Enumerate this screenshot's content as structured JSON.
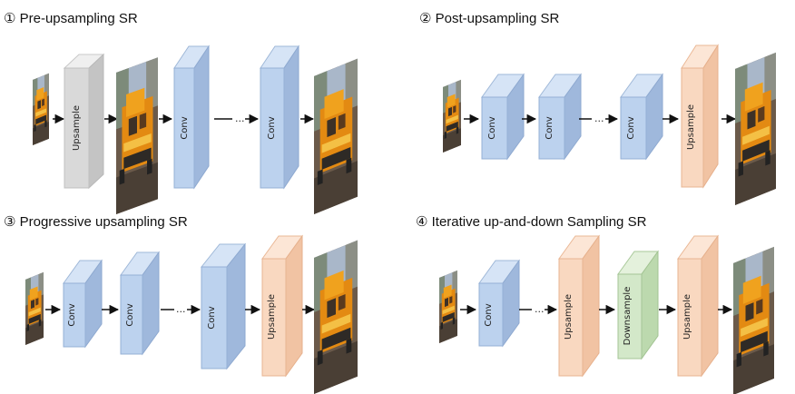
{
  "colors": {
    "upsample_gray": "#d9d9d9",
    "conv_blue": "#bcd2ee",
    "upsample_peach": "#f9d8c0",
    "downsample_green": "#d3e8c9",
    "arrow": "#111111"
  },
  "icons": [
    "train-image",
    "arrow-icon"
  ],
  "panels": [
    {
      "title": "① Pre-upsampling SR",
      "blocks": [
        "Upsample",
        "Conv",
        "Conv"
      ]
    },
    {
      "title": "② Post-upsampling SR",
      "blocks": [
        "Conv",
        "Conv",
        "Conv",
        "Upsample"
      ]
    },
    {
      "title": "③ Progressive upsampling SR",
      "blocks": [
        "Conv",
        "Conv",
        "Conv",
        "Upsample"
      ]
    },
    {
      "title": "④ Iterative up-and-down Sampling SR",
      "blocks": [
        "Conv",
        "Upsample",
        "Downsample",
        "Upsample"
      ]
    }
  ],
  "ellipsis": "..."
}
